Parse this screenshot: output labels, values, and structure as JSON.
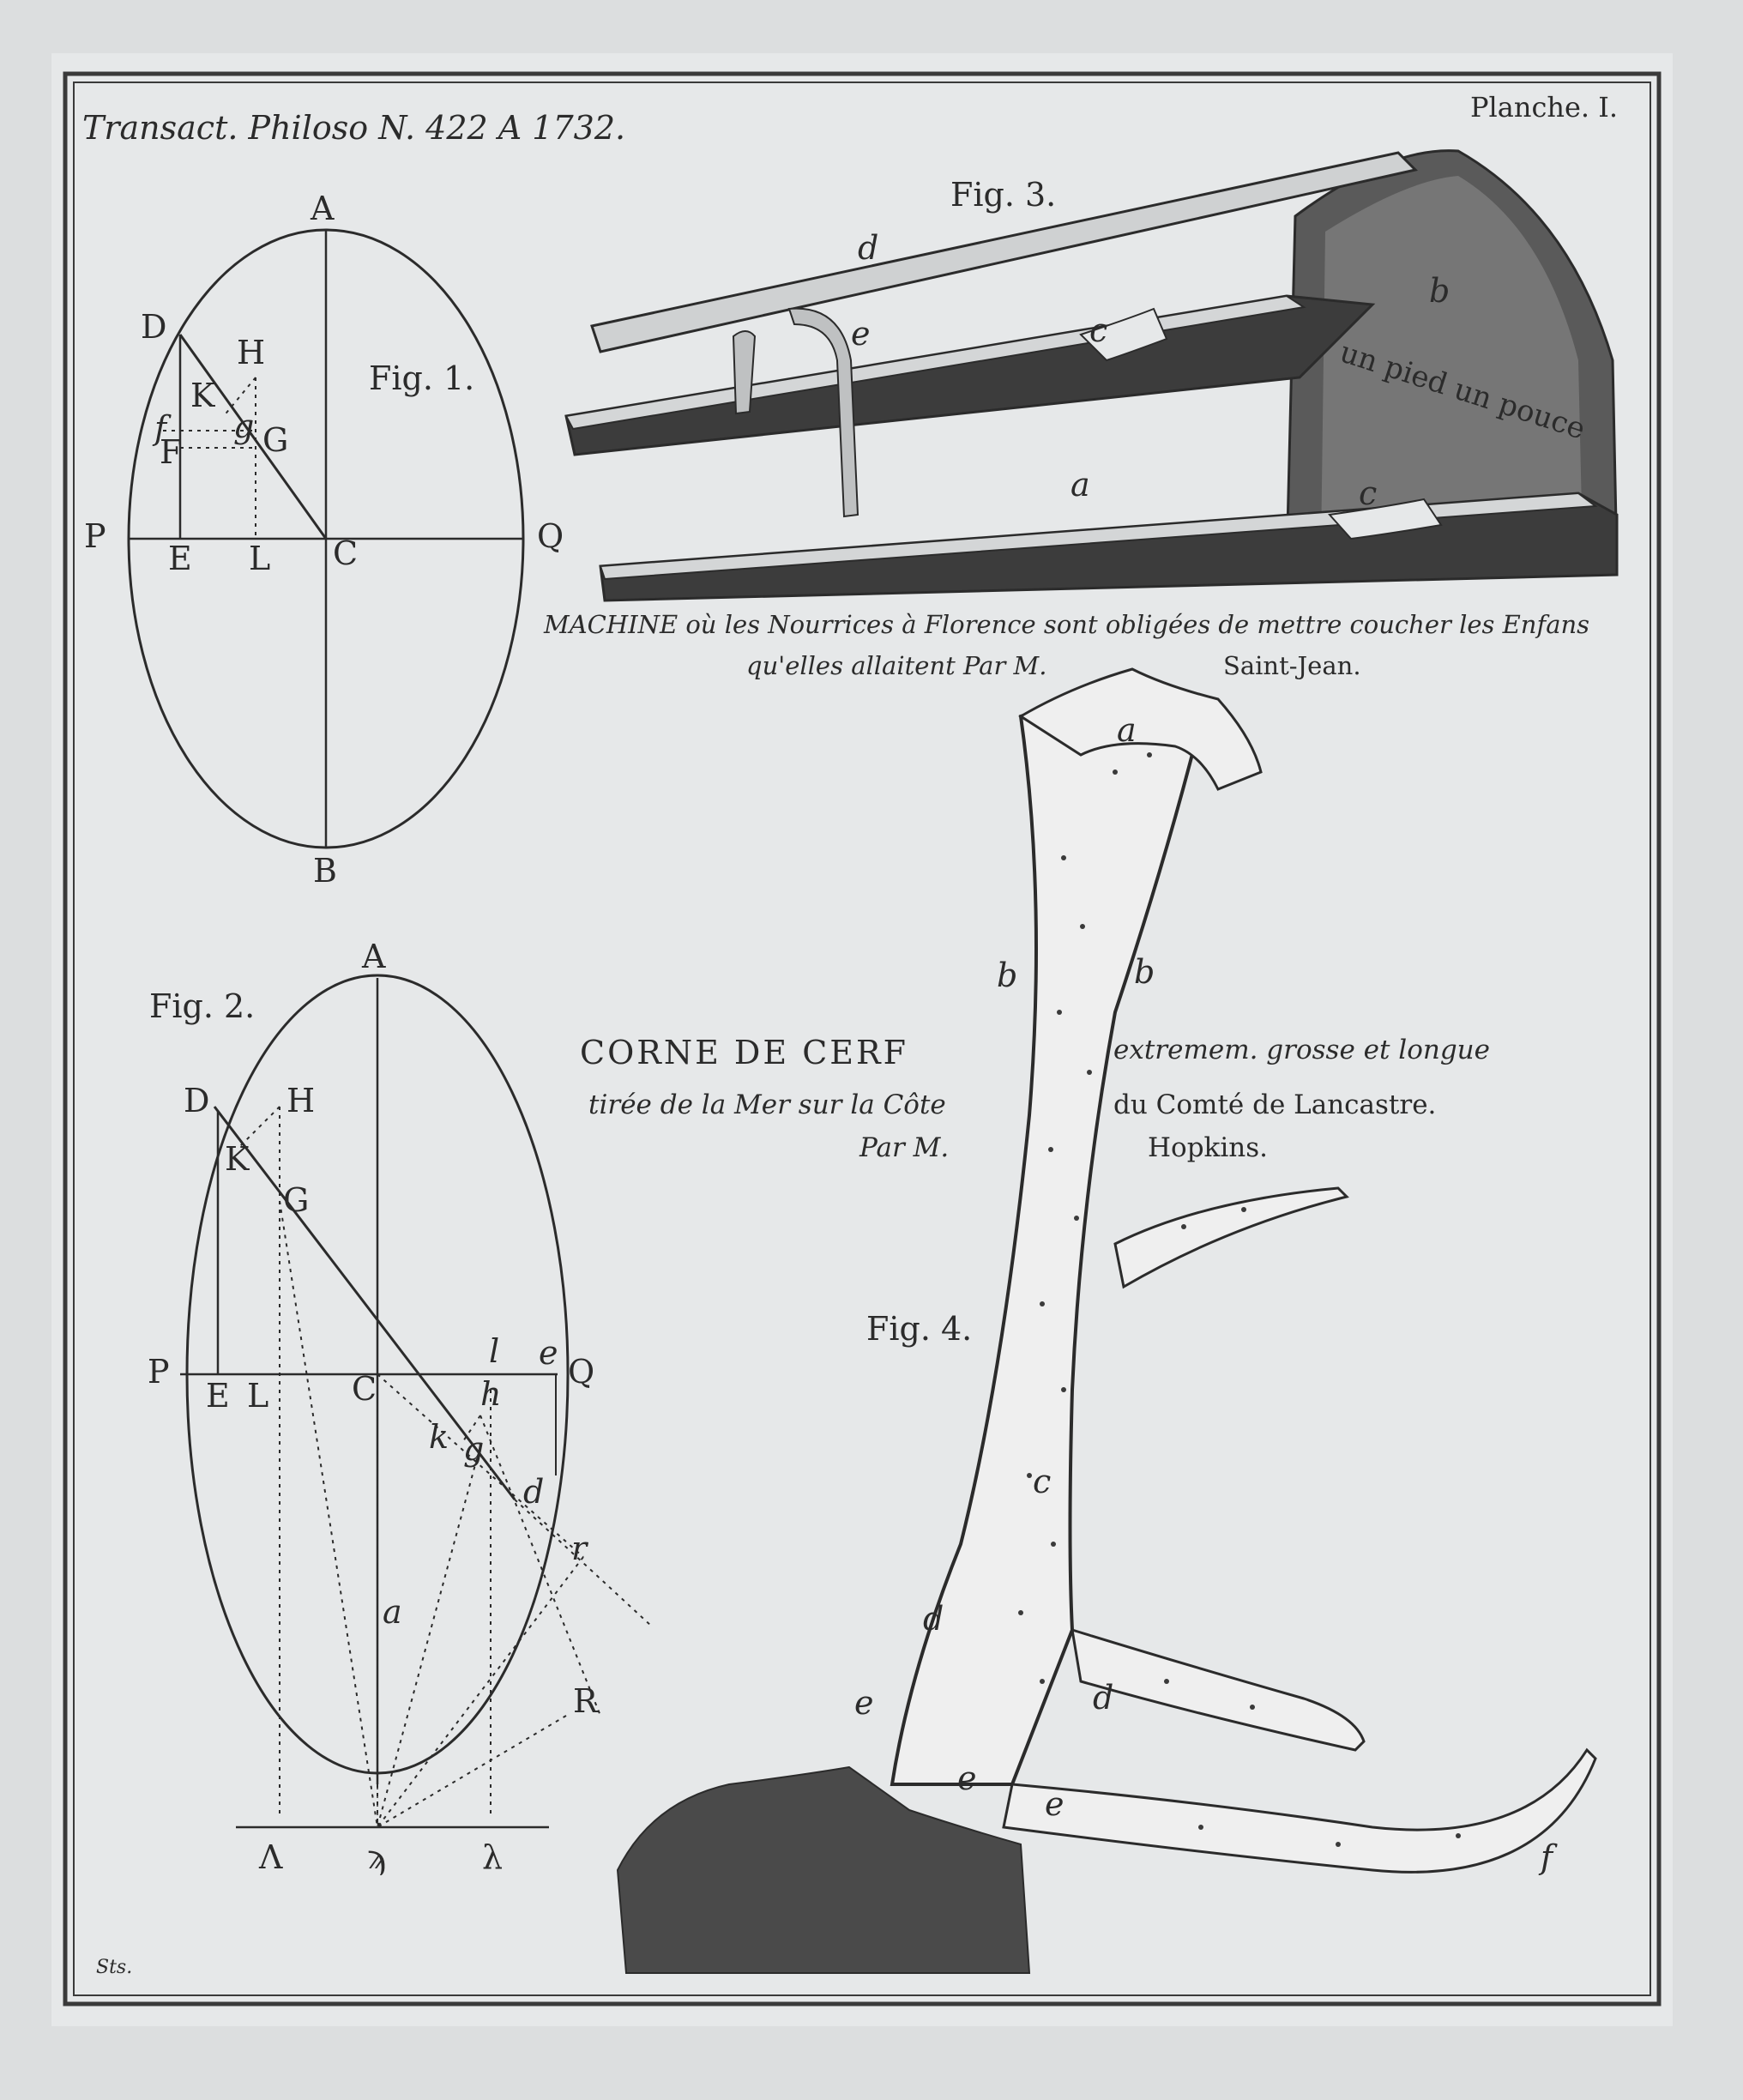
{
  "header": {
    "journal": "Transact. Philoso N. 422 A 1732.",
    "plate": "Planche. I."
  },
  "fig1": {
    "title": "Fig. 1.",
    "labels": [
      "A",
      "B",
      "C",
      "D",
      "E",
      "F",
      "f",
      "G",
      "g",
      "H",
      "K",
      "L",
      "P",
      "Q"
    ]
  },
  "fig2": {
    "title": "Fig. 2.",
    "labels": [
      "A",
      "C",
      "D",
      "E",
      "G",
      "H",
      "K",
      "L",
      "P",
      "Q",
      "R",
      "a",
      "d",
      "e",
      "g",
      "h",
      "k",
      "l",
      "r",
      "Λ",
      "λ",
      "ϡ"
    ]
  },
  "fig3": {
    "title": "Fig. 3.",
    "labels": [
      "a",
      "b",
      "c",
      "c",
      "d",
      "e"
    ],
    "inscription": "un pied un pouce",
    "caption_line1": "MACHINE où les Nourrices à Florence sont obligées de mettre coucher les Enfans",
    "caption_line2_left": "qu'elles allaitent Par M.",
    "caption_line2_right": "Saint-Jean."
  },
  "fig4": {
    "title": "Fig. 4.",
    "labels": [
      "a",
      "b",
      "b",
      "c",
      "d",
      "d",
      "e",
      "e",
      "e",
      "f"
    ],
    "caption_title": "CORNE DE CERF",
    "caption_title_right": "extremem. grosse et longue",
    "caption_line2_left": "tirée de la Mer sur la Côte",
    "caption_line2_right": "du Comté de Lancastre.",
    "caption_line3_left": "Par M.",
    "caption_line3_right": "Hopkins."
  },
  "signature": "Sts."
}
